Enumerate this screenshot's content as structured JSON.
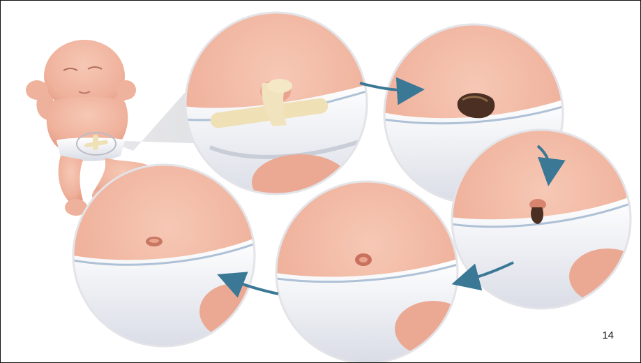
{
  "slide": {
    "page_number": "14"
  },
  "illustration": {
    "colors": {
      "skin": "#f2b9a3",
      "skin_shadow": "#d98e78",
      "diaper": "#f3f3f6",
      "diaper_shadow": "#c9cdd8",
      "clamp": "#efe0b6",
      "stump_dark": "#4b2f22",
      "arrow": "#3a7896"
    },
    "stages": [
      {
        "id": "stage-1",
        "content": "cord-clamp"
      },
      {
        "id": "stage-2",
        "content": "dried-stump"
      },
      {
        "id": "stage-3",
        "content": "stump-detaching"
      },
      {
        "id": "stage-4",
        "content": "healing-navel"
      },
      {
        "id": "stage-5",
        "content": "healed-navel"
      }
    ]
  }
}
